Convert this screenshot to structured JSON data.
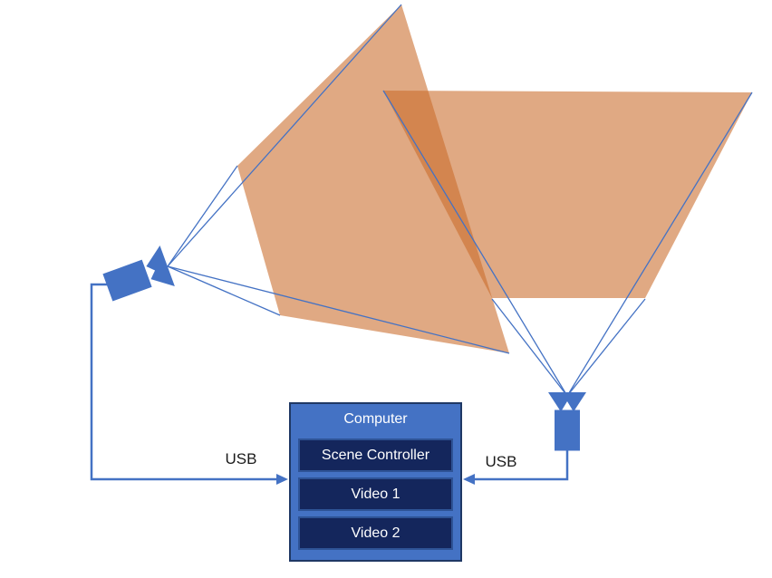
{
  "computer": {
    "title": "Computer",
    "modules": [
      {
        "label": "Scene Controller"
      },
      {
        "label": "Video 1"
      },
      {
        "label": "Video 2"
      }
    ]
  },
  "connections": {
    "left": {
      "label": "USB"
    },
    "right": {
      "label": "USB"
    }
  },
  "cameras": {
    "left": {
      "icon": "video-camera-icon",
      "points_toward": "upper-right screen"
    },
    "right": {
      "icon": "video-camera-icon",
      "points_toward": "upper screen"
    }
  },
  "screens": {
    "count": 2,
    "fill": "orange semi-transparent"
  },
  "colors": {
    "accent_blue": "#4472C4",
    "module_navy": "#14265C",
    "module_border": "#2E5396",
    "computer_border": "#1F3864",
    "screen_orange": "#CA6B29",
    "usb_text": "#1A1A1A"
  }
}
